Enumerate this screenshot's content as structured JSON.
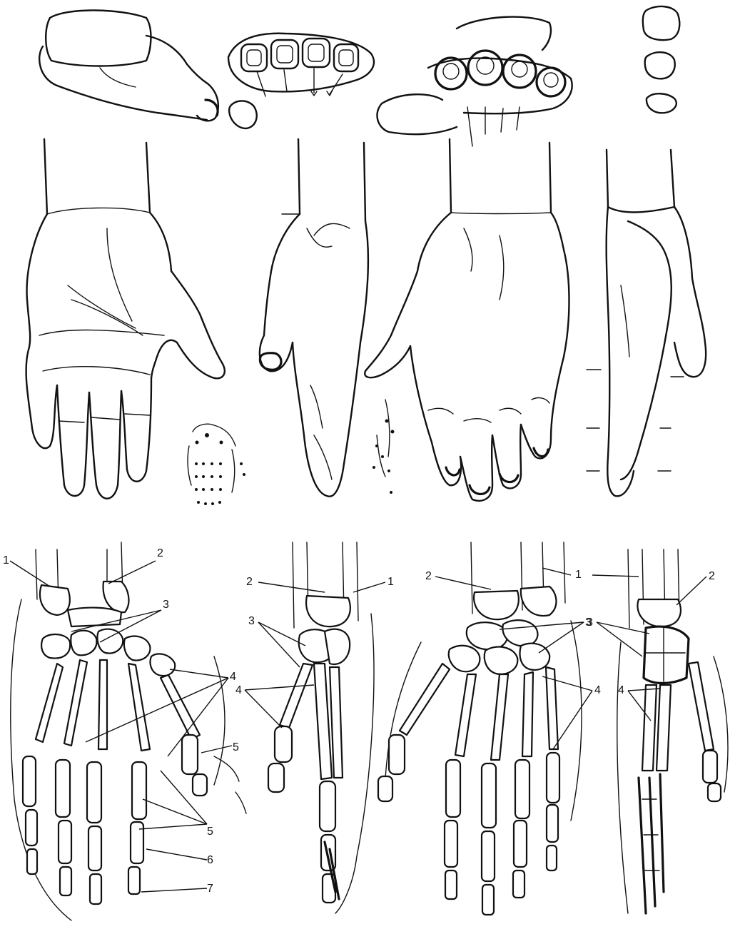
{
  "labels": {
    "one": "1",
    "two": "2",
    "three": "3",
    "four": "4",
    "five": "5",
    "six": "6",
    "seven": "7"
  },
  "callouts": [
    {
      "id": "s1-1",
      "text_key": "one"
    },
    {
      "id": "s1-2",
      "text_key": "two"
    },
    {
      "id": "s1-3",
      "text_key": "three"
    },
    {
      "id": "s1-4",
      "text_key": "four"
    },
    {
      "id": "s1-5a",
      "text_key": "five"
    },
    {
      "id": "s1-5b",
      "text_key": "five"
    },
    {
      "id": "s1-6",
      "text_key": "six"
    },
    {
      "id": "s1-7",
      "text_key": "seven"
    },
    {
      "id": "s2-2",
      "text_key": "two"
    },
    {
      "id": "s2-1",
      "text_key": "one"
    },
    {
      "id": "s2-3",
      "text_key": "three"
    },
    {
      "id": "s2-4",
      "text_key": "four"
    },
    {
      "id": "s3-2",
      "text_key": "two"
    },
    {
      "id": "s3-1",
      "text_key": "one"
    },
    {
      "id": "s3-3",
      "text_key": "three"
    },
    {
      "id": "s3-4",
      "text_key": "four"
    },
    {
      "id": "s4-2",
      "text_key": "two"
    },
    {
      "id": "s4-3",
      "text_key": "three"
    },
    {
      "id": "s4-4",
      "text_key": "four"
    }
  ]
}
